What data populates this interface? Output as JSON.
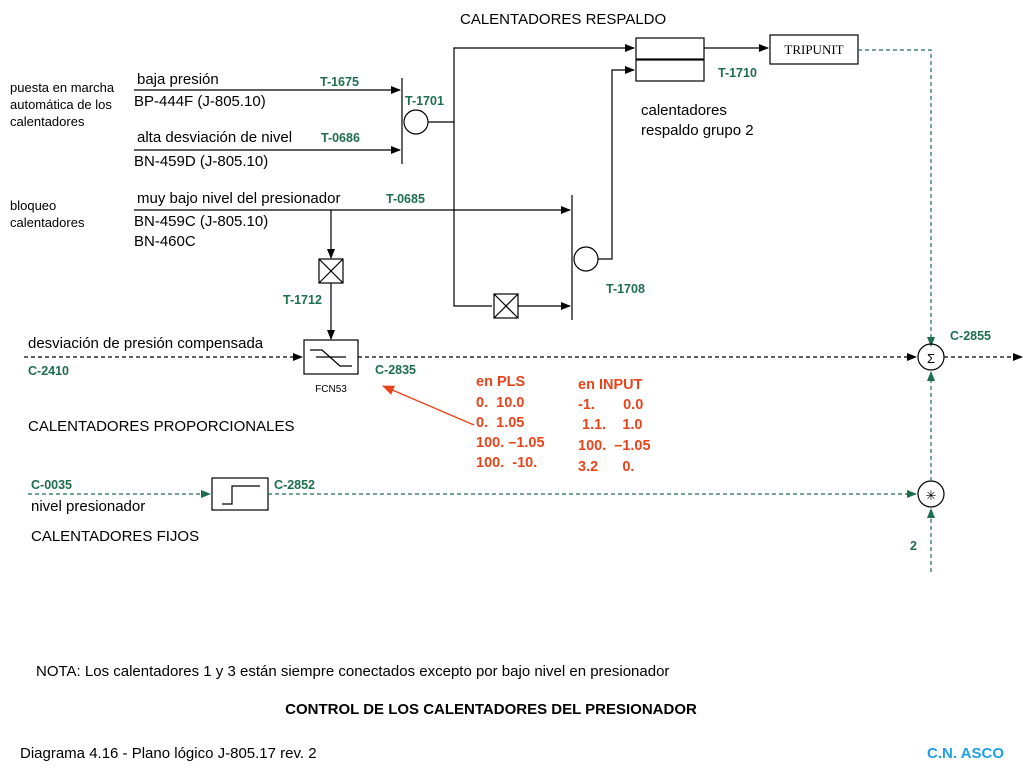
{
  "header": {
    "title": "CALENTADORES RESPALDO"
  },
  "left_notes": {
    "startup_l1": "puesta en marcha",
    "startup_l2": "automática de los",
    "startup_l3": "calentadores",
    "block_l1": "bloqueo",
    "block_l2": "calentadores"
  },
  "signals": {
    "low_pressure": "baja presión",
    "low_pressure_id": "BP-444F (J-805.10)",
    "high_level_dev": "alta desviación de nivel",
    "high_level_dev_id": "BN-459D (J-805.10)",
    "very_low_level": "muy bajo nivel del presionador",
    "very_low_level_id1": "BN-459C (J-805.10)",
    "very_low_level_id2": "BN-460C",
    "comp_pressure_dev": "desviación de presión compensada",
    "pressurizer_level": "nivel presionador"
  },
  "tags": {
    "t1675": "T-1675",
    "t0686": "T-0686",
    "t0685": "T-0685",
    "t1701": "T-1701",
    "t1712": "T-1712",
    "t1708": "T-1708",
    "t1710": "T-1710",
    "c2410": "C-2410",
    "c2835": "C-2835",
    "c2855": "C-2855",
    "c0035": "C-0035",
    "c2852": "C-2852",
    "gain_two": "2"
  },
  "blocks": {
    "tripunit": "TRIPUNIT",
    "fcn": "FCN53",
    "backup_group_l1": "calentadores",
    "backup_group_l2": "respaldo grupo 2",
    "sum_symbol": "Σ",
    "mult_symbol": "✳"
  },
  "sections": {
    "proportional": "CALENTADORES PROPORCIONALES",
    "fixed": "CALENTADORES FIJOS"
  },
  "pls_table": {
    "header": "en PLS",
    "rows": [
      "0.  10.0",
      "0.  1.05",
      "100. –1.05",
      "100.  -10."
    ]
  },
  "input_table": {
    "header": "en INPUT",
    "rows": [
      "-1.       0.0",
      " 1.1.    1.0",
      "100.  –1.05",
      "3.2      0."
    ]
  },
  "footer": {
    "note": "NOTA: Los calentadores 1 y 3 están siempre conectados excepto por bajo nivel en presionador",
    "main_title": "CONTROL DE LOS CALENTADORES DEL PRESIONADOR",
    "diagram_ref": "Diagrama 4.16 - Plano lógico J-805.17 rev. 2",
    "plant": "C.N. ASCO"
  },
  "colors": {
    "tag_green": "#1e6e4e",
    "annotation_red": "#e8441c",
    "plant_blue": "#1ea0e6"
  }
}
